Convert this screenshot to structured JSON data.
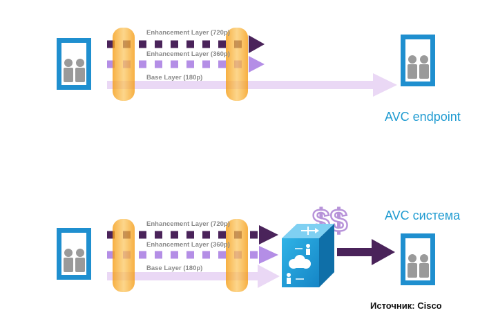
{
  "top_diagram": {
    "layers": [
      {
        "label": "Enhancement Layer (720p)"
      },
      {
        "label": "Enhancement Layer (360p)"
      },
      {
        "label": "Base Layer (180p)"
      }
    ],
    "caption": "AVC endpoint"
  },
  "bottom_diagram": {
    "layers": [
      {
        "label": "Enhancement Layer (720p)"
      },
      {
        "label": "Enhancement Layer (360p)"
      },
      {
        "label": "Base Layer (180p)"
      }
    ],
    "caption": "AVC система",
    "cost_symbol": "$$"
  },
  "source": "Источник: Cisco",
  "colors": {
    "enhancement_720": "#4a235a",
    "enhancement_360": "#b48ee6",
    "base": "#ead8f5",
    "cylinder": "#f7a823",
    "accent": "#1f9bd1"
  }
}
